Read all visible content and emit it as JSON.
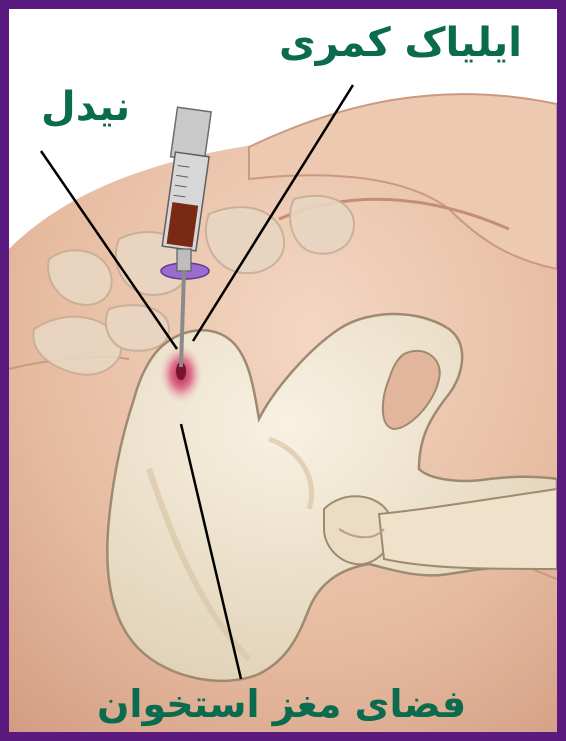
{
  "labels": {
    "needle": "نیدل",
    "iliac_crest": "ایلیاک کمری",
    "bone_marrow_space": "فضای مغز استخوان"
  },
  "colors": {
    "frame": "#5a1a80",
    "label_text": "#0a6b4f",
    "skin": "#e8c1a8",
    "bone": "#efe4d0",
    "syringe_plunger": "#7a2a14",
    "needle_guard": "#9b6bd0",
    "puncture": "#c8365a"
  }
}
